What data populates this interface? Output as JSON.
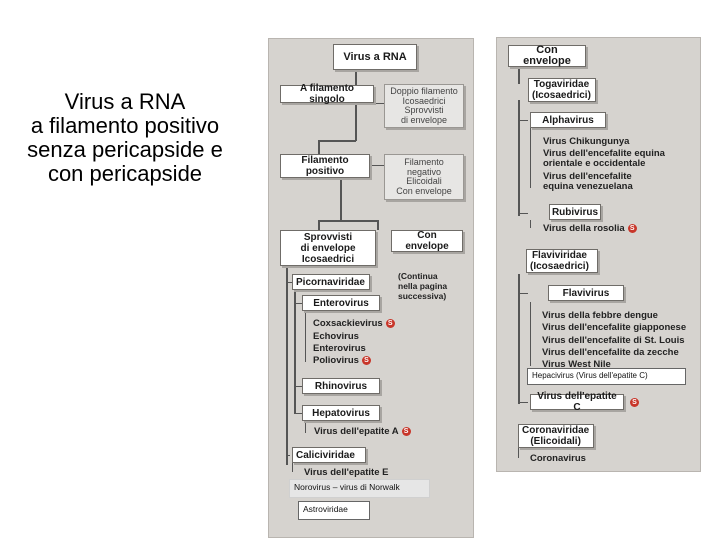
{
  "title": {
    "line1": "Virus a RNA",
    "line2": "a filamento positivo",
    "line3": "senza pericapside e",
    "line4": "con pericapside"
  },
  "left_panel": {
    "root": "Virus a RNA",
    "single_strand": "A filamento singolo",
    "double_strand": "Doppio filamento\nIcosaedrici\nSprovvisti\ndi envelope",
    "positive_strand": "Filamento positivo",
    "negative_strand": "Filamento negativo\nElicoidali\nCon envelope",
    "naked": "Sprovvisti\ndi envelope\nIcosaedrici",
    "enveloped": "Con envelope",
    "continued": "(Continua\nnella pagina\nsuccessiva)",
    "picornaviridae": "Picornaviridae",
    "enterovirus_genus": "Enterovirus",
    "entero_members": [
      "Coxsackievirus",
      "Echovirus",
      "Enterovirus",
      "Poliovirus"
    ],
    "rhinovirus": "Rhinovirus",
    "hepatovirus": "Hepatovirus",
    "hav": "Virus dell'epatite A",
    "caliciviridae": "Caliciviridae",
    "hev": "Virus dell'epatite E",
    "badge": "S"
  },
  "right_panel": {
    "header": "Con envelope",
    "togaviridae": "Togaviridae\n(Icosaedrici)",
    "alphavirus": "Alphavirus",
    "alpha_members": [
      "Virus Chikungunya",
      "Virus dell'encefalite equina\norientale e occidentale",
      "Virus dell'encefalite\nequina venezuelana"
    ],
    "rubivirus": "Rubivirus",
    "rubella": "Virus della rosolia",
    "flaviviridae": "Flaviviridae\n(Icosaedrici)",
    "flavivirus": "Flavivirus",
    "flavi_members": [
      "Virus della febbre dengue",
      "Virus dell'encefalite giapponese",
      "Virus dell'encefalite di St. Louis",
      "Virus dell'encefalite da zecche",
      "Virus West Nile"
    ],
    "hcv": "Virus dell'epatite C",
    "coronaviridae": "Coronaviridae\n(Elicoidali)",
    "coronavirus": "Coronavirus",
    "badge": "S"
  },
  "overlays": {
    "hepacivirus": "Hepacivirus (Virus dell'epatite C)",
    "norovirus": "Norovirus – virus di Norwalk",
    "astroviridae": "Astroviridae"
  }
}
